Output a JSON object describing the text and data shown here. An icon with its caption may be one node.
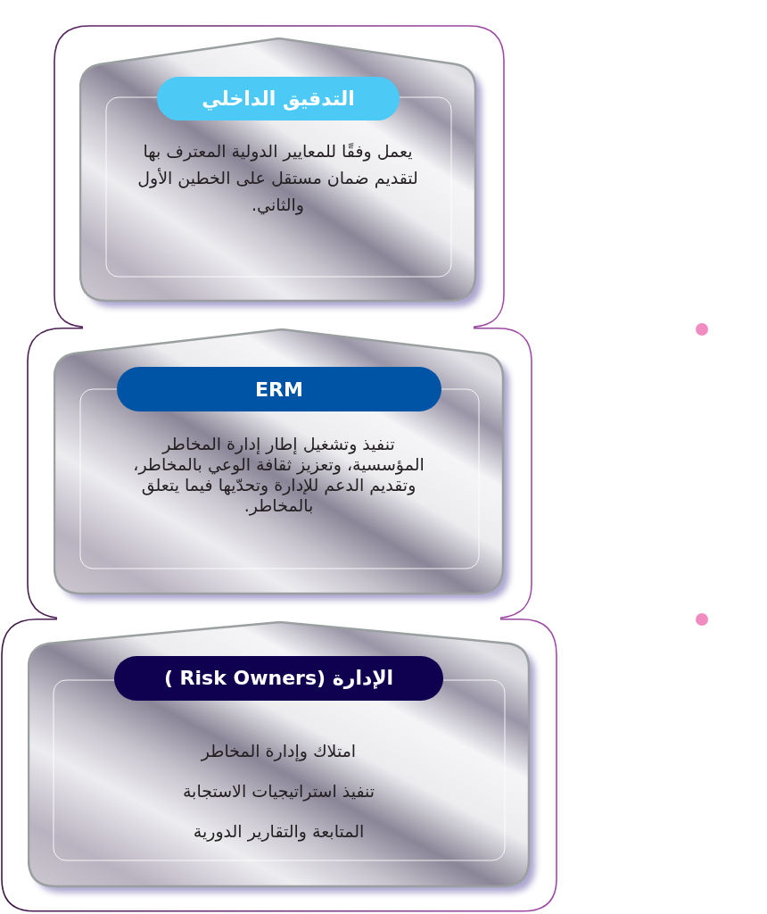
{
  "diagram": {
    "nodes": [
      {
        "text": [],
        "shape": "box"
      },
      {
        "text": [
          "التدقيق الداخلي",
          "يعمل وفقًا للمعايير الدولية المعترف بها لتقديم ضمان مستقل على الخطين الأول والثاني."
        ],
        "in": 0
      },
      {
        "text": [],
        "shape": "box"
      },
      {
        "text": [
          "ERM",
          "تنفيذ وتشغيل إطار إدارة المخاطر المؤسسية، وتعزيز ثقافة الوعي بالمخاطر، وتقديم الدعم للإدارة وتحدّيها فيما يتعلق بالمخاطر."
        ],
        "in": 2
      },
      {
        "text": [],
        "shape": "box"
      },
      {
        "text": [
          "الإدارة (Risk Owners )",
          "امتلاك وإدارة المخاطر",
          "تنفيذ استراتيجيات الاستجابة",
          "المتابعة والتقارير الدورية"
        ],
        "in": 4
      }
    ]
  }
}
